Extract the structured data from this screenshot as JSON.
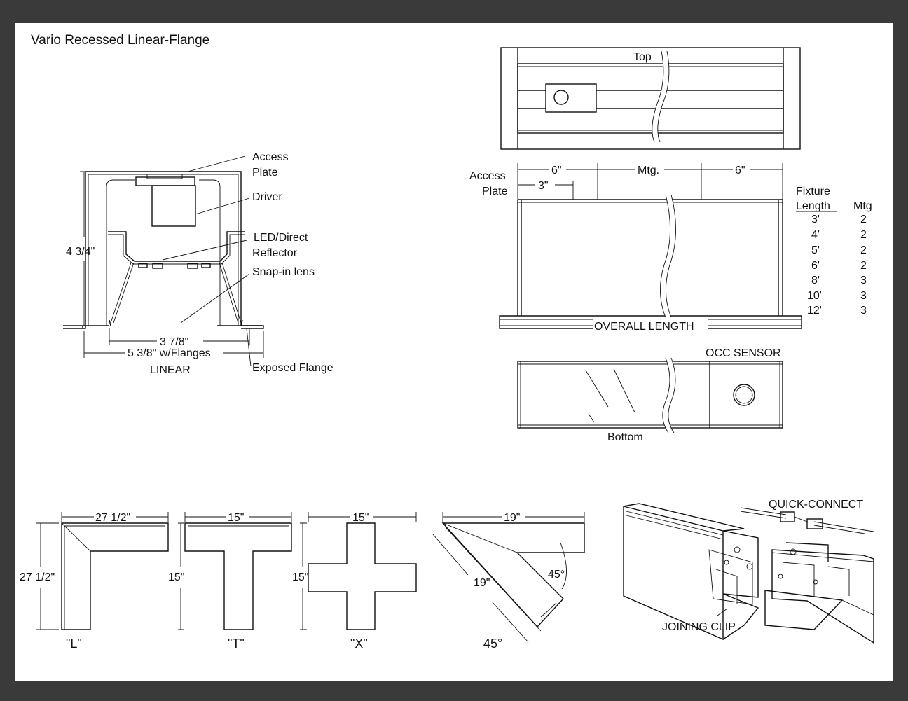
{
  "title": "Vario Recessed Linear-Flange",
  "cross_section": {
    "labels": {
      "access_plate": [
        "Access",
        "Plate"
      ],
      "driver": "Driver",
      "reflector": [
        "LED/Direct",
        "Reflector"
      ],
      "lens": "Snap-in lens",
      "exposed_flange": "Exposed Flange",
      "caption": "LINEAR"
    },
    "dims": {
      "height": "4 3/4\"",
      "inner_width": "3 7/8\"",
      "outer_width": "5 3/8\" w/Flanges"
    }
  },
  "top_view": {
    "label": "Top"
  },
  "side_view": {
    "access_plate": [
      "Access",
      "Plate"
    ],
    "dim_left": "6\"",
    "dim_mtg": "Mtg.",
    "dim_right": "6\"",
    "dim_access": "3\"",
    "overall": "OVERALL LENGTH"
  },
  "mounting_table": {
    "col1_header": [
      "Fixture",
      "Length"
    ],
    "col2_header": "Mtg",
    "rows": [
      {
        "length": "3'",
        "mtg": "2"
      },
      {
        "length": "4'",
        "mtg": "2"
      },
      {
        "length": "5'",
        "mtg": "2"
      },
      {
        "length": "6'",
        "mtg": "2"
      },
      {
        "length": "8'",
        "mtg": "3"
      },
      {
        "length": "10'",
        "mtg": "3"
      },
      {
        "length": "12'",
        "mtg": "3"
      }
    ]
  },
  "bottom_view": {
    "label": "Bottom",
    "sensor": "OCC SENSOR"
  },
  "connectors": {
    "l": {
      "width": "27 1/2\"",
      "height": "27 1/2\"",
      "caption": "\"L\""
    },
    "t": {
      "width": "15\"",
      "height": "15\"",
      "caption": "\"T\""
    },
    "x": {
      "width": "15\"",
      "height": "15\"",
      "caption": "\"X\""
    },
    "angle": {
      "width": "19\"",
      "side": "19\"",
      "angle": "45°",
      "caption": "45°"
    }
  },
  "joining": {
    "quick_connect": "QUICK-CONNECT",
    "joining_clip": "JOINING CLIP"
  }
}
